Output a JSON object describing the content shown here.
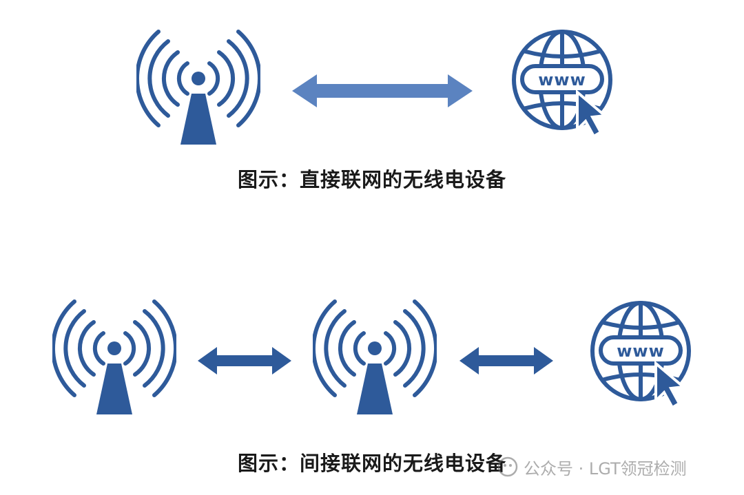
{
  "colors": {
    "primary": "#2e5a9a",
    "arrow_top": "#5b83c0",
    "text": "#1a1a1a",
    "watermark": "#6a6a6a"
  },
  "icons": [
    "wireless-tower-icon",
    "double-arrow-icon",
    "globe-www-icon",
    "cursor-icon"
  ],
  "top_diagram": {
    "caption": "图示：直接联网的无线电设备",
    "globe_label": "www"
  },
  "bottom_diagram": {
    "caption": "图示：间接联网的无线电设备",
    "globe_label": "www"
  },
  "watermark": {
    "text": "公众号 · LGT领冠检测"
  }
}
